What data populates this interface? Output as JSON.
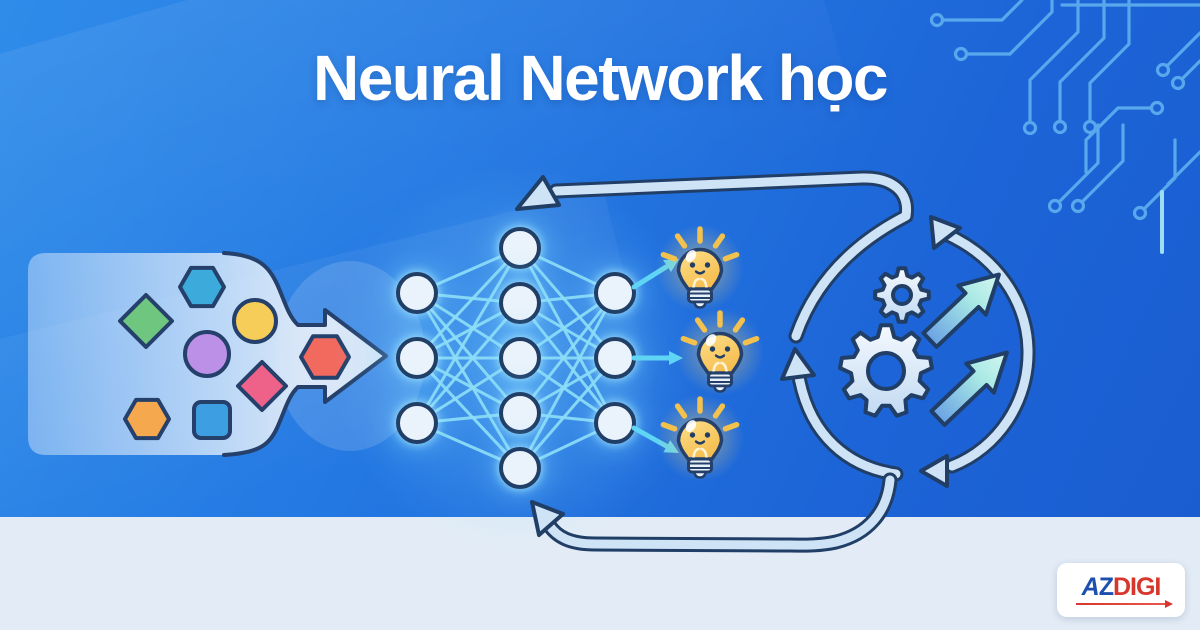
{
  "banner": {
    "title": "Neural Network học"
  },
  "palette": {
    "bg_top_left": "#2f8ce9",
    "bg_bottom_right": "#1a5cd0",
    "bottom_strip": "#e3ecf6",
    "outline_navy": "#203e66",
    "arrow_fill": "#cfe3f7",
    "cyan_line": "#8edff8",
    "cyan_arrow": "#5fd4f4",
    "node_fill": "#eaf3fb",
    "bulb_yellow": "#f9d06a",
    "gear_fill": "#ddeafa",
    "circuit_line": "#58a8ee",
    "diag_arrow_start": "#6aa2e4",
    "diag_arrow_end": "#d6f6f0"
  },
  "funnel": {
    "shapes": [
      {
        "shape": "hexagon",
        "color": "#3cabdc"
      },
      {
        "shape": "diamond",
        "color": "#6fc77f"
      },
      {
        "shape": "circle",
        "color": "#f6cd58"
      },
      {
        "shape": "circle",
        "color": "#bd90e8"
      },
      {
        "shape": "diamond",
        "color": "#ee6189"
      },
      {
        "shape": "hexagon",
        "color": "#f6a84e"
      },
      {
        "shape": "square",
        "color": "#3d9ee2"
      },
      {
        "shape": "hexagon",
        "color": "#f2695e"
      }
    ]
  },
  "network": {
    "input_nodes": 3,
    "hidden_nodes": 5,
    "output_nodes": 3
  },
  "outputs": {
    "bulbs": 3
  },
  "cycle": {
    "gears": 2,
    "trend_arrows": 2
  },
  "logo": {
    "a": "A",
    "z": "Z",
    "digi": "DIGI"
  }
}
